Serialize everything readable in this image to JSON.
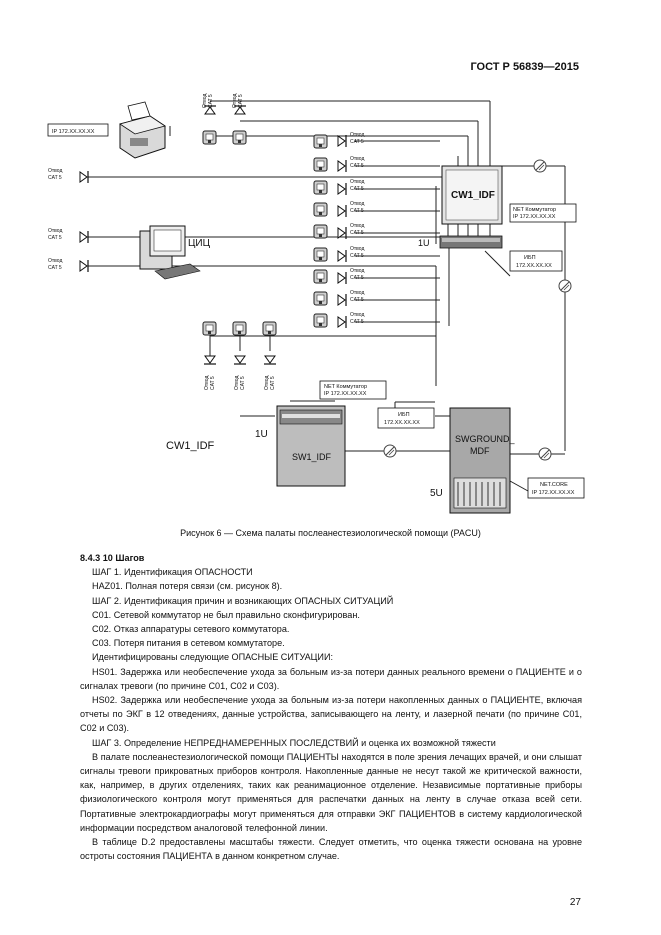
{
  "header": {
    "standard": "ГОСТ Р 56839—2015"
  },
  "figure": {
    "outlet_label_1": "Отвод",
    "outlet_label_2": "CAT 5",
    "printer_ip": "IP 172.XX.XX.XX",
    "central_station": "ЦИЦ",
    "cw1_idf_box": "CW1_IDF",
    "net_switch_1": "NET Коммутатор",
    "net_switch_1_ip": "IP 172.XX.XX.XX",
    "rack_1u_top": "1U",
    "ups_1": "ИБП",
    "ups_1_ip": "172.XX.XX.XX",
    "net_switch_2": "NET Коммутатор",
    "net_switch_2_ip": "IP 172.XX.XX.XX",
    "cw1_idf_label": "CW1_IDF",
    "rack_1u_bottom": "1U",
    "sw1_idf": "SW1_IDF",
    "ups_2": "ИБП",
    "ups_2_ip": "172.XX.XX.XX",
    "swground_1": "SWGROUND_",
    "swground_2": "MDF",
    "rack_5u": "5U",
    "net_core": "NET.CORE",
    "net_core_ip": "IP 172.XX.XX.XX"
  },
  "caption": "Рисунок 6 — Схема палаты послеанестезиологической помощи (PACU)",
  "body": {
    "heading": "8.4.3 10 Шагов",
    "lines": [
      "ШАГ 1. Идентификация ОПАСНОСТИ",
      "HAZ01. Полная потеря связи (см. рисунок 8).",
      "ШАГ 2. Идентификация причин и возникающих ОПАСНЫХ СИТУАЦИЙ",
      "C01. Сетевой коммутатор не был правильно сконфигурирован.",
      "C02. Отказ аппаратуры сетевого коммутатора.",
      "C03. Потеря питания в сетевом коммутаторе.",
      "Идентифицированы следующие ОПАСНЫЕ СИТУАЦИИ:",
      "HS01. Задержка или необеспечение ухода за больным из-за потери данных реального времени о ПАЦИЕНТЕ и о сигналах тревоги (по причине C01, C02 и C03).",
      "HS02. Задержка или необеспечение ухода за больным из-за потери накопленных данных о ПАЦИЕНТЕ, включая отчеты по ЭКГ в 12 отведениях, данные устройства, записывающего на ленту, и лазерной печати (по причине C01, C02 и C03).",
      "ШАГ 3. Определение НЕПРЕДНАМЕРЕННЫХ ПОСЛЕДСТВИЙ и оценка их возможной тяжести",
      "В палате послеанестезиологической помощи ПАЦИЕНТЫ находятся в поле зрения лечащих врачей, и они слышат сигналы тревоги прикроватных приборов контроля. Накопленные данные не несут такой же критической важности, как, например, в других отделениях, таких как реанимационное отделение. Независимые портативные приборы физиологического контроля могут применяться для распечатки данных на ленту в случае отказа всей сети. Портативные электрокардиографы могут применяться для отправки ЭКГ ПАЦИЕНТОВ в систему кардиологической информации посредством аналоговой телефонной линии.",
      "В таблице D.2 предоставлены масштабы тяжести. Следует отметить, что оценка тяжести основана на уровне остроты состояния ПАЦИЕНТА в данном конкретном случае."
    ]
  },
  "page_number": "27"
}
